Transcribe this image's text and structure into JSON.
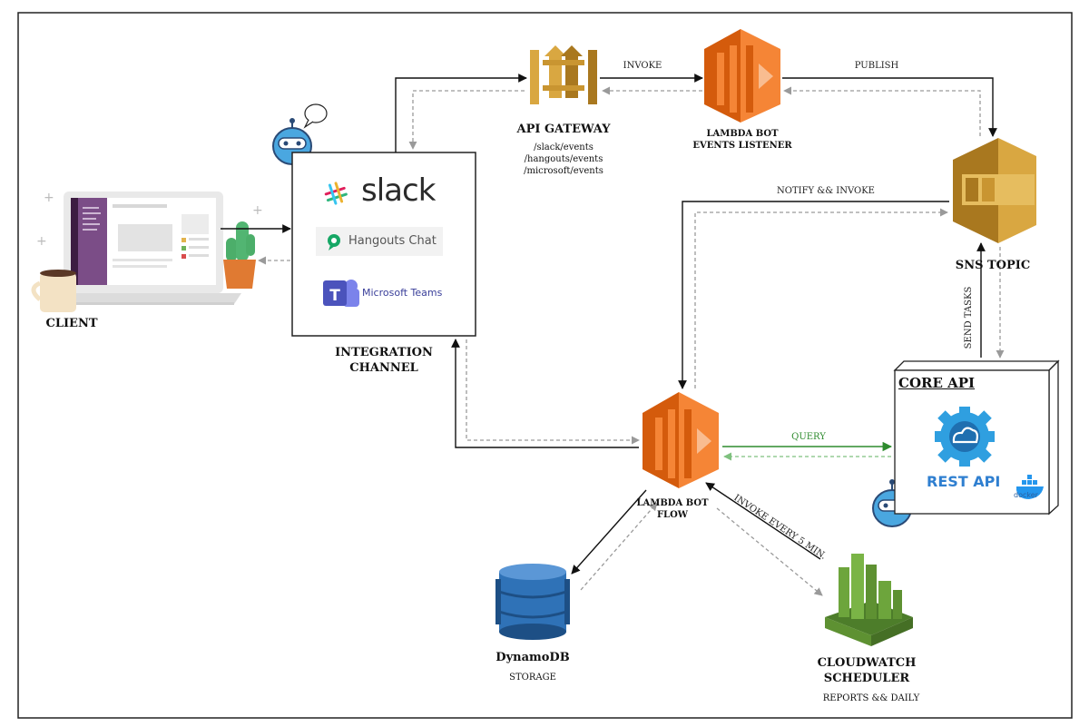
{
  "nodes": {
    "client": {
      "label": "CLIENT"
    },
    "integration": {
      "label_line1": "INTEGRATION",
      "label_line2": "CHANNEL",
      "slack_text": "slack",
      "hangouts_text": "Hangouts Chat",
      "teams_text": "Microsoft Teams"
    },
    "api_gateway": {
      "label": "API GATEWAY",
      "route1": "/slack/events",
      "route2": "/hangouts/events",
      "route3": "/microsoft/events"
    },
    "lambda_listener": {
      "label_line1": "LAMBDA BOT",
      "label_line2": "EVENTS LISTENER"
    },
    "sns": {
      "label": "SNS TOPIC"
    },
    "core_api": {
      "label": "CORE API",
      "rest_text": "REST API",
      "docker_text": "docker"
    },
    "lambda_flow": {
      "label_line1": "LAMBDA BOT",
      "label_line2": "FLOW"
    },
    "dynamodb": {
      "label": "DynamoDB",
      "sub": "STORAGE"
    },
    "cloudwatch": {
      "label_line1": "CLOUDWATCH",
      "label_line2": "SCHEDULER",
      "sub": "REPORTS && DAILY"
    }
  },
  "edges": {
    "invoke": "INVOKE",
    "publish": "PUBLISH",
    "notify": "NOTIFY && INVOKE",
    "send_tasks": "SEND TASKS",
    "query": "QUERY",
    "invoke_every": "INVOKE EVERY 5 MIN."
  },
  "colors": {
    "orange": "#f58536",
    "orange_dark": "#d45b0c",
    "gold": "#d9a741",
    "gold_dark": "#a9781f",
    "blue": "#2f72b7",
    "green": "#6da53c",
    "query_green": "#2e8b2e",
    "mascot": "#4aa7e0"
  }
}
